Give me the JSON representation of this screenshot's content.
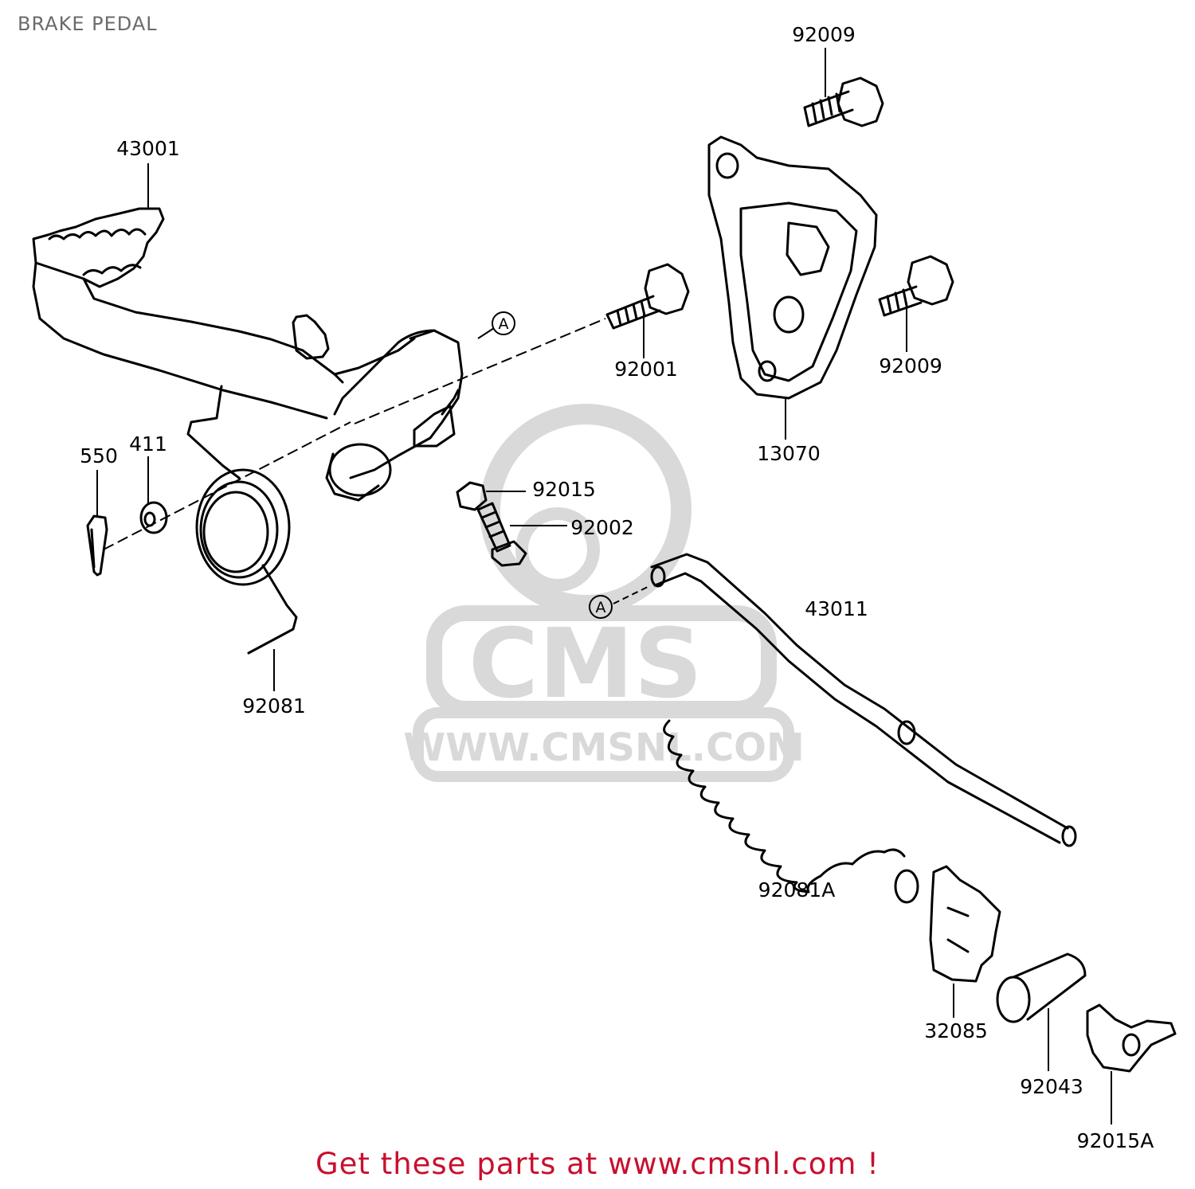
{
  "title": "BRAKE PEDAL",
  "footer_text": "Get these parts at www.cmsnl.com !",
  "watermark": {
    "brand": "CMS",
    "url": "WWW.CMSNL.COM",
    "color": "#d9d9d9"
  },
  "colors": {
    "line": "#000000",
    "footer": "#c8102e",
    "title": "#6b6b6b"
  },
  "ref_marker": "A",
  "labels": {
    "p43001": "43001",
    "p92009_top": "92009",
    "p92009_right": "92009",
    "p92001": "92001",
    "p13070": "13070",
    "p550": "550",
    "p411": "411",
    "p92015": "92015",
    "p92002": "92002",
    "p43011": "43011",
    "p92081": "92081",
    "p92081A": "92081A",
    "p32085": "32085",
    "p92043": "92043",
    "p92015A": "92015A"
  }
}
